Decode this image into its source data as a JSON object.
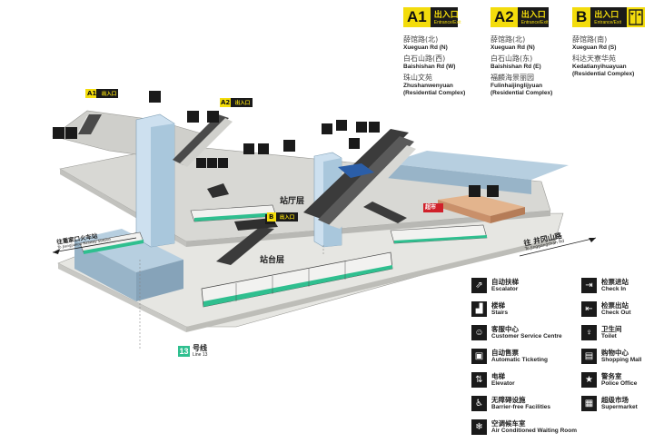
{
  "exits": [
    {
      "id": "A1",
      "cn": "出入口",
      "en": "Entrance/Exit",
      "dests": [
        {
          "cn": "薛馆路(北)",
          "en": "Xueguan Rd (N)"
        },
        {
          "cn": "白石山路(西)",
          "en": "Baishishan Rd (W)"
        },
        {
          "cn": "珠山文苑",
          "en": "Zhushanwenyuan",
          "en2": "(Residential Complex)"
        }
      ]
    },
    {
      "id": "A2",
      "cn": "出入口",
      "en": "Entrance/Exit",
      "dests": [
        {
          "cn": "薛馆路(北)",
          "en": "Xueguan Rd (N)"
        },
        {
          "cn": "白石山路(东)",
          "en": "Baishishan Rd (E)"
        },
        {
          "cn": "福麟海景丽园",
          "en": "Fulinhaijinglijyuan",
          "en2": "(Residential Complex)"
        }
      ]
    },
    {
      "id": "B",
      "cn": "出入口",
      "en": "Entrance/Exit",
      "dests": [
        {
          "cn": "薛馆路(南)",
          "en": "Xueguan Rd (S)"
        },
        {
          "cn": "科达天寮华苑",
          "en": "Kedatianyihuayuan",
          "en2": "(Residential Complex)"
        }
      ]
    }
  ],
  "diagram": {
    "hall_label": "站厅层",
    "platform_label": "站台层",
    "left_direction_cn": "往重家口火车站",
    "left_direction_en": "To Jiangjiakou Railway Station",
    "right_direction_cn": "往 井冈山路",
    "right_direction_en": "To Jinggangshan Rd",
    "exit_tag_a1": "A1",
    "exit_tag_a2": "A2",
    "exit_tag_b": "B",
    "exit_tag_cn": "出入口",
    "shop_tag": "超市"
  },
  "line": {
    "number": "13",
    "cn": "号线",
    "en": "Line 13",
    "color": "#2fbf8f"
  },
  "legend": [
    {
      "icon": "escalator-icon",
      "glyph": "⇗",
      "cn": "自动扶梯",
      "en": "Escalator"
    },
    {
      "icon": "stairs-icon",
      "glyph": "▟",
      "cn": "楼梯",
      "en": "Stairs"
    },
    {
      "icon": "customer-service-icon",
      "glyph": "☺",
      "cn": "客服中心",
      "en": "Customer Service Centre"
    },
    {
      "icon": "ticketing-icon",
      "glyph": "▣",
      "cn": "自动售票",
      "en": "Automatic Ticketing"
    },
    {
      "icon": "elevator-icon",
      "glyph": "⇅",
      "cn": "电梯",
      "en": "Elevator"
    },
    {
      "icon": "accessibility-icon",
      "glyph": "♿",
      "cn": "无障碍设施",
      "en": "Barrier-free Facilities"
    },
    {
      "icon": "waiting-room-icon",
      "glyph": "❄",
      "cn": "空调候车室",
      "en": "Air Conditioned Waiting Room"
    },
    {
      "icon": "check-in-icon",
      "glyph": "⇥",
      "cn": "检票进站",
      "en": "Check In"
    },
    {
      "icon": "check-out-icon",
      "glyph": "⇤",
      "cn": "检票出站",
      "en": "Check Out"
    },
    {
      "icon": "toilet-icon",
      "glyph": "♀",
      "cn": "卫生间",
      "en": "Toilet"
    },
    {
      "icon": "shopping-mall-icon",
      "glyph": "▤",
      "cn": "购物中心",
      "en": "Shopping Mall"
    },
    {
      "icon": "police-icon",
      "glyph": "★",
      "cn": "警务室",
      "en": "Police Office"
    },
    {
      "icon": "supermarket-icon",
      "glyph": "▦",
      "cn": "超级市场",
      "en": "Supermarket"
    }
  ]
}
